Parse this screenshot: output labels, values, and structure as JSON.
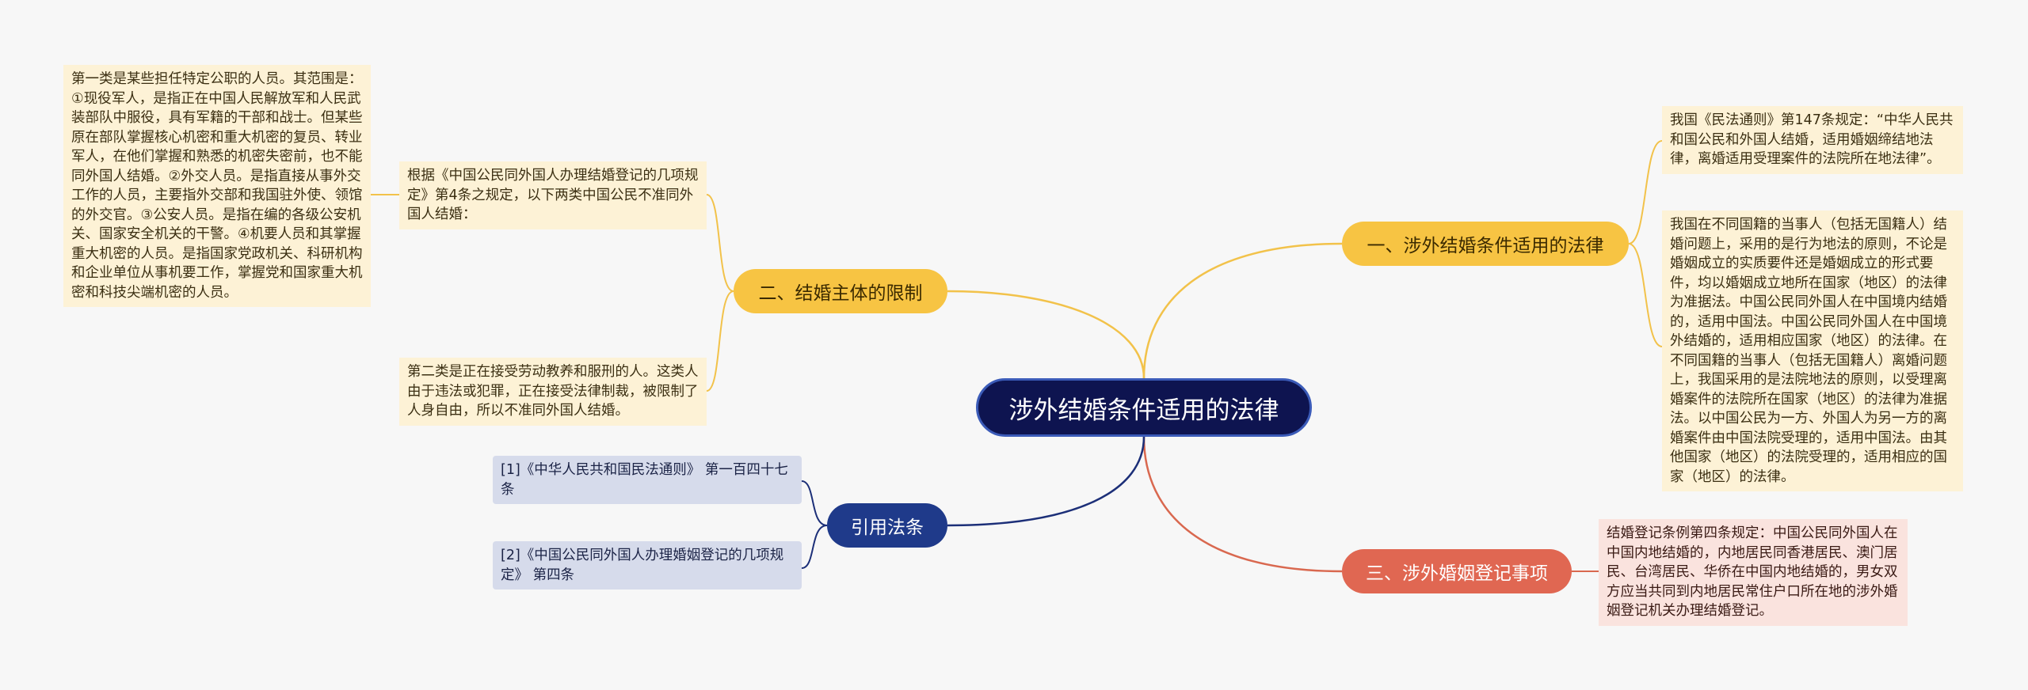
{
  "colors": {
    "root_bg": "#0e1450",
    "yellow_branch": "#f7c443",
    "yellow_link": "#f2c24a",
    "red_branch": "#e06752",
    "red_link": "#d9684f",
    "navy_branch": "#1f3a8a",
    "navy_link": "#1c2f78"
  },
  "root": {
    "title": "涉外结婚条件适用的法律"
  },
  "branches": {
    "b1": {
      "title": "一、涉外结婚条件适用的法律",
      "leaves": [
        "我国《民法通则》第147条规定：“中华人民共和国公民和外国人结婚，适用婚姻缔结地法律，离婚适用受理案件的法院所在地法律”。",
        "我国在不同国籍的当事人（包括无国籍人）结婚问题上，采用的是行为地法的原则，不论是婚姻成立的实质要件还是婚姻成立的形式要件，均以婚姻成立地所在国家（地区）的法律为准据法。中国公民同外国人在中国境内结婚的，适用中国法。中国公民同外国人在中国境外结婚的，适用相应国家（地区）的法律。在不同国籍的当事人（包括无国籍人）离婚问题上，我国采用的是法院地法的原则，以受理离婚案件的法院所在国家（地区）的法律为准据法。以中国公民为一方、外国人为另一方的离婚案件由中国法院受理的，适用中国法。由其他国家（地区）的法院受理的，适用相应的国家（地区）的法律。"
      ]
    },
    "b2": {
      "title": "二、结婚主体的限制",
      "leaves": [
        "根据《中国公民同外国人办理结婚登记的几项规定》第4条之规定，以下两类中国公民不准同外国人结婚：",
        "第二类是正在接受劳动教养和服刑的人。这类人由于违法或犯罪，正在接受法律制裁，被限制了人身自由，所以不准同外国人结婚。"
      ],
      "subleaf": "第一类是某些担任特定公职的人员。其范围是：①现役军人，是指正在中国人民解放军和人民武装部队中服役，具有军籍的干部和战士。但某些原在部队掌握核心机密和重大机密的复员、转业军人，在他们掌握和熟悉的机密失密前，也不能同外国人结婚。②外交人员。是指直接从事外交工作的人员，主要指外交部和我国驻外使、领馆的外交官。③公安人员。是指在编的各级公安机关、国家安全机关的干警。④机要人员和其掌握重大机密的人员。是指国家党政机关、科研机构和企业单位从事机要工作，掌握党和国家重大机密和科技尖端机密的人员。"
    },
    "b3": {
      "title": "三、涉外婚姻登记事项",
      "leaves": [
        "结婚登记条例第四条规定：中国公民同外国人在中国内地结婚的，内地居民同香港居民、澳门居民、台湾居民、华侨在中国内地结婚的，男女双方应当共同到内地居民常住户口所在地的涉外婚姻登记机关办理结婚登记。"
      ]
    },
    "b4": {
      "title": "引用法条",
      "leaves": [
        "[1]《中华人民共和国民法通则》 第一百四十七条",
        "[2]《中国公民同外国人办理婚姻登记的几项规定》 第四条"
      ]
    }
  }
}
